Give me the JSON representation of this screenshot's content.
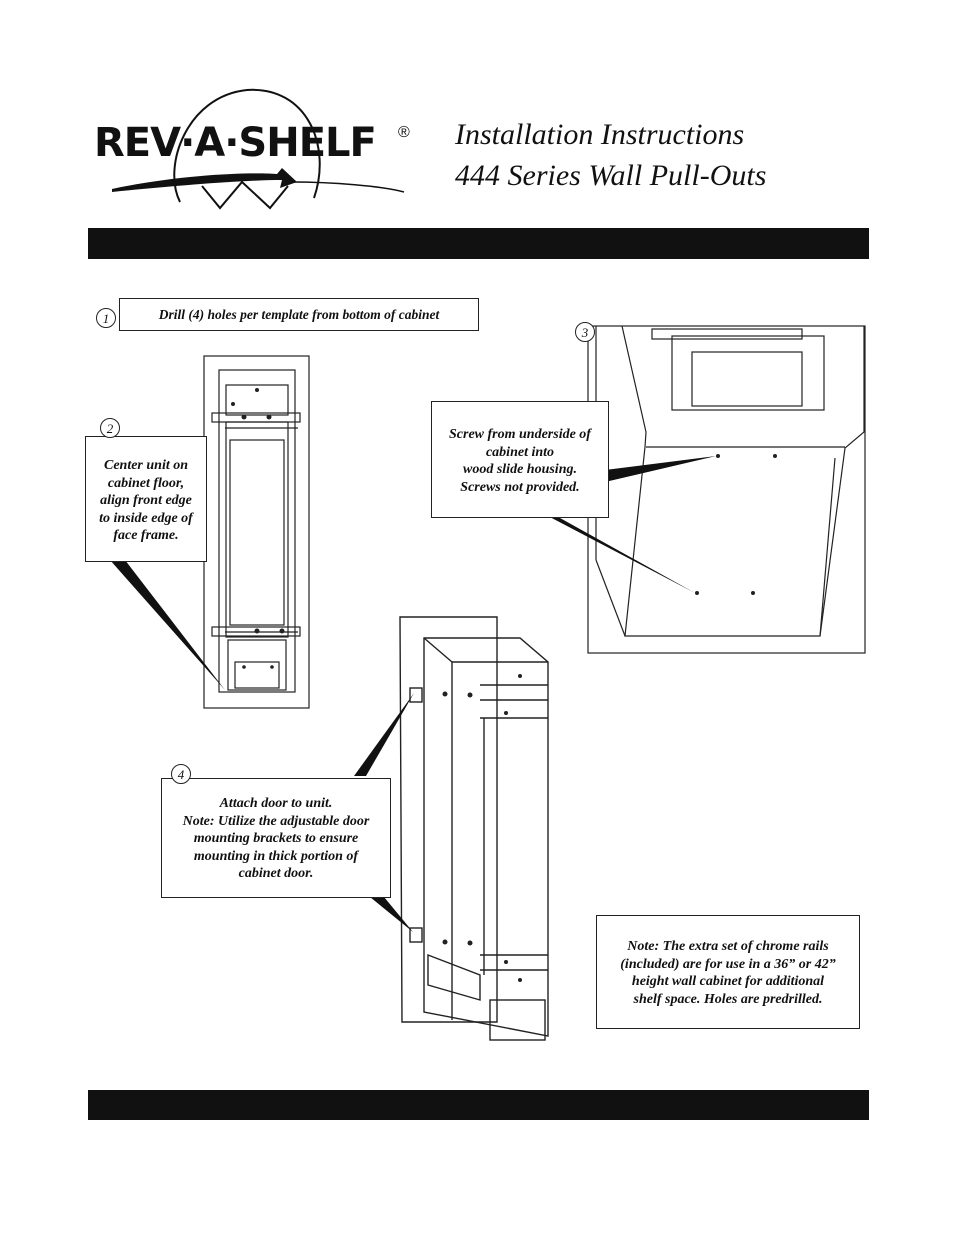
{
  "logo": {
    "text": "REV·A·SHELF",
    "registered": "®"
  },
  "title": {
    "line1": "Installation Instructions",
    "line2": "444 Series Wall Pull-Outs"
  },
  "steps": [
    {
      "number": "1",
      "text": "Drill (4) holes per template from bottom of cabinet"
    },
    {
      "number": "2",
      "lines": [
        "Center unit on",
        "cabinet floor,",
        "align front edge",
        "to inside edge of",
        "face frame."
      ]
    },
    {
      "number": "3",
      "lines": [
        "Screw from underside of",
        "cabinet into",
        "wood slide housing.",
        "Screws not provided."
      ]
    },
    {
      "number": "4",
      "lines": [
        "Attach door to unit.",
        "Note: Utilize the adjustable door",
        "mounting brackets to ensure",
        "mounting in thick portion of",
        "cabinet door."
      ]
    }
  ],
  "note": {
    "lines": [
      "Note:  The extra set of chrome rails",
      "(included) are for use in a 36” or 42”",
      "height wall cabinet for additional",
      "shelf space.  Holes are predrilled."
    ]
  }
}
